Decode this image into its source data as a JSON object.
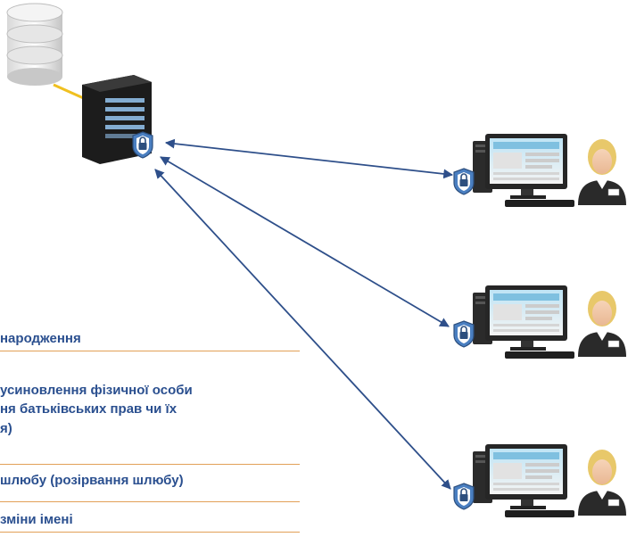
{
  "nodes": {
    "database": {
      "icon": "database-icon"
    },
    "server": {
      "icon": "server-icon"
    },
    "workstations": [
      {
        "icon": "workstation-icon",
        "user_icon": "user-avatar-icon",
        "lock_icon": "shield-lock-icon"
      },
      {
        "icon": "workstation-icon",
        "user_icon": "user-avatar-icon",
        "lock_icon": "shield-lock-icon"
      },
      {
        "icon": "workstation-icon",
        "user_icon": "user-avatar-icon",
        "lock_icon": "shield-lock-icon"
      }
    ]
  },
  "records": {
    "items": [
      {
        "lines": [
          "народження"
        ]
      },
      {
        "lines": [
          "усиновлення фізичної особи",
          "ня батьківських прав чи їх",
          "я)"
        ]
      },
      {
        "lines": [
          "шлюбу (розірвання шлюбу)"
        ]
      },
      {
        "lines": [
          "зміни імені"
        ]
      }
    ]
  },
  "colors": {
    "text": "#2a4f8f",
    "rule": "#e2a057",
    "arrow": "#2e4f8a",
    "shield": "#4a7fc1",
    "db_link": "#f0c020"
  }
}
